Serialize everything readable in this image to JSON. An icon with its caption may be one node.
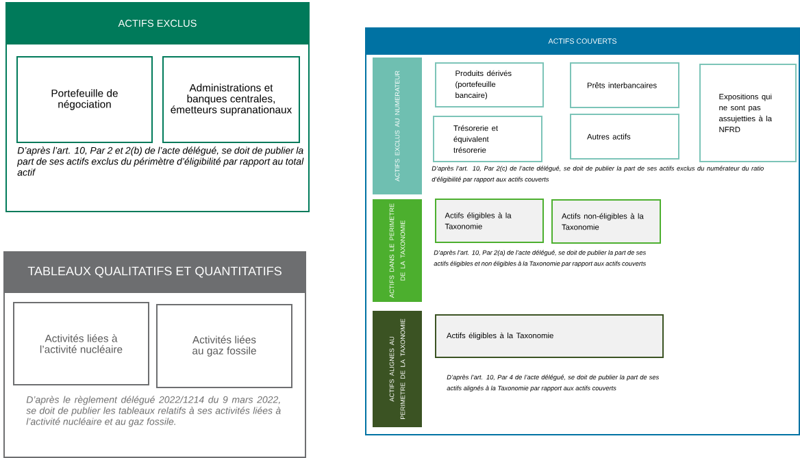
{
  "diagram": {
    "nodes": [
      {
        "text": [
          "ACTIFS EXCLUS",
          "D’après l’art. 10, Par 2 et 2(b) de l’acte délégué, se doit de publier la part de ses actifs exclus du périmètre d’éligibilité par rapport au total actif"
        ]
      },
      {
        "text": [
          "Portefeuille de négociation"
        ],
        "in": 0
      },
      {
        "text": [
          "Administrations et banques centrales, émetteurs supranationaux"
        ],
        "in": 0
      },
      {
        "text": [
          "TABLEAUX QUALITATIFS ET QUANTITATIFS",
          "D’après le règlement délégué 2022/1214 du 9 mars 2022, se doit de publier les tableaux relatifs à ses activités liées à l’activité nucléaire et au gaz fossile."
        ]
      },
      {
        "text": [
          "Activités liées à l’activité nucléaire"
        ],
        "in": 3
      },
      {
        "text": [
          "Activités liées au gaz fossile"
        ],
        "in": 3
      },
      {
        "text": [
          "ACTIFS COUVERTS",
          "D’après l’art. 10, Par 2(c) de l’acte délégué, se doit de publier la part de ses actifs exclus du numérateur du ratio d’éligibilité par rapport aux actifs couverts",
          "D’après l’art. 10, Par 2(a) de l’acte délégué, se doit de publier la part de ses actifs éligibles et non éligibles à la Taxonomie par rapport aux actifs couverts",
          "D’après l’art. 10, Par 4 de l’acte délégué, se doit de publier la part de ses actifs alignés à la Taxonomie par rapport aux actifs couverts"
        ]
      },
      {
        "text": [
          "ACTIFS EXCLUS AU NUMERATEUR"
        ],
        "in": 6
      },
      {
        "text": [
          "Produits dérivés (portefeuille bancaire)"
        ],
        "in": 6
      },
      {
        "text": [
          "Prêts interbancaires"
        ],
        "in": 6
      },
      {
        "text": [
          "Expositions qui ne sont pas assujetties à la NFRD"
        ],
        "in": 6
      },
      {
        "text": [
          "Trésorerie et équivalent trésorerie"
        ],
        "in": 6
      },
      {
        "text": [
          "Autres actifs"
        ],
        "in": 6
      },
      {
        "text": [
          "ACTIFS DANS LE PERIMETRE DE LA TAXONOMIE"
        ],
        "in": 6
      },
      {
        "text": [
          "Actifs éligibles à la Taxonomie"
        ],
        "in": 6
      },
      {
        "text": [
          "Actifs non-éligibles à la Taxonomie"
        ],
        "in": 6
      },
      {
        "text": [
          "ACTIFS ALIGNES AU PERIMETRE DE LA TAXONOMIE"
        ],
        "in": 6
      },
      {
        "text": [
          "Actifs éligibles à la Taxonomie"
        ],
        "in": 6
      }
    ]
  }
}
